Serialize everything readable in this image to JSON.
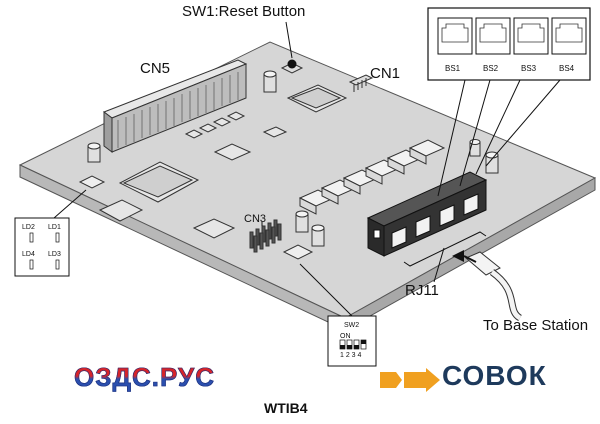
{
  "labels": {
    "reset_button": "SW1:Reset Button",
    "cn5": "CN5",
    "cn1": "CN1",
    "cn3": "CN3",
    "rj11": "RJ11",
    "to_base_station": "To Base Station",
    "model": "WTIB4"
  },
  "ports": [
    "BS1",
    "BS2",
    "BS3",
    "BS4"
  ],
  "leds": [
    "LD2",
    "LD1",
    "LD4",
    "LD3"
  ],
  "dip_switch": {
    "title": "SW2",
    "on_label": "ON",
    "numbers": "1 2 3 4"
  },
  "watermarks": {
    "left": "ОЗДС.РУС",
    "right": "СОВОК"
  },
  "colors": {
    "board": "#d6d6d6",
    "board_edge": "#9a9a9a",
    "jack": "#2a2a2a",
    "logo_left_top": "#d6242a",
    "logo_left_bottom": "#2b4fae",
    "logo_right_text": "#1e3a5c",
    "logo_right_arrow": "#f0a020"
  }
}
